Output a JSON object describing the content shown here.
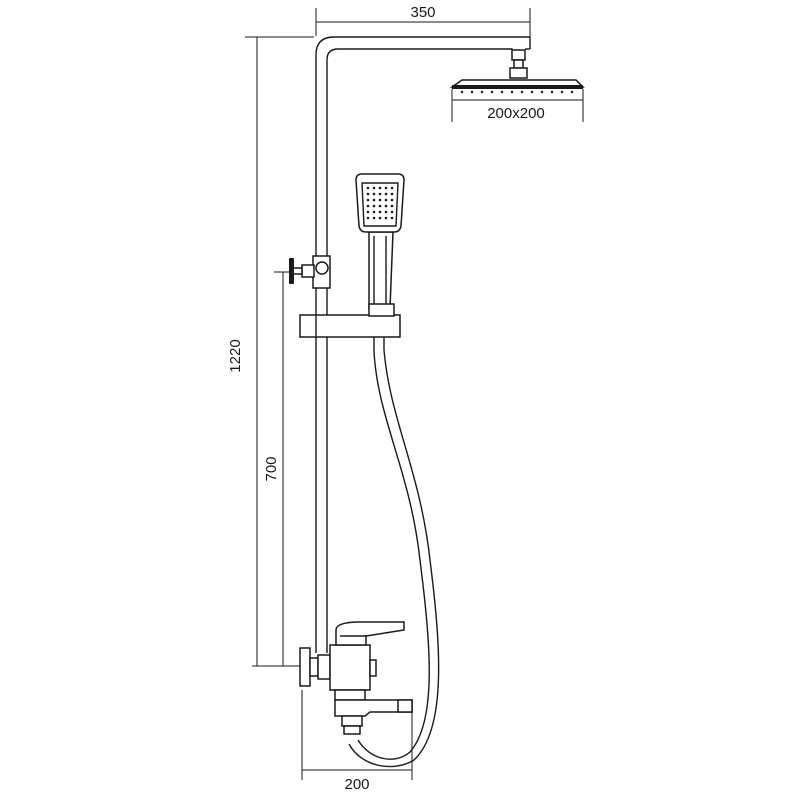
{
  "dimensions": {
    "top_width": "350",
    "head_size": "200x200",
    "total_height": "1220",
    "valve_height": "700",
    "bottom_width": "200"
  },
  "colors": {
    "line": "#1a1a1a",
    "background": "#ffffff"
  }
}
